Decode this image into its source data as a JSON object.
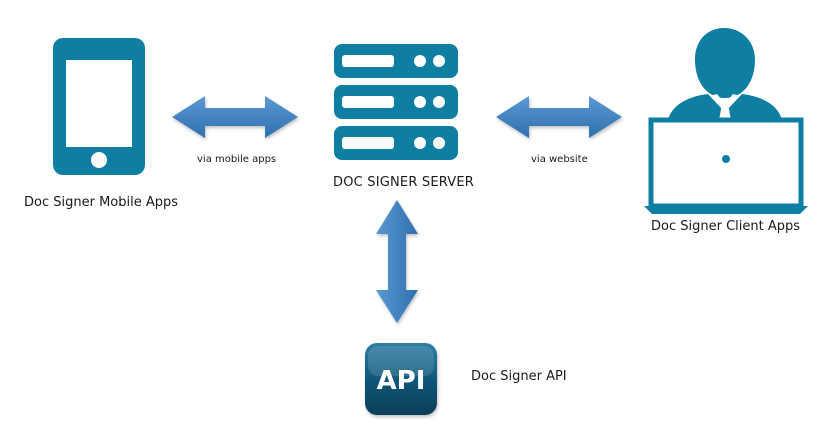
{
  "nodes": {
    "mobile": {
      "label": "Doc Signer Mobile Apps",
      "icon": "smartphone-icon"
    },
    "server": {
      "label": "DOC SIGNER SERVER",
      "icon": "server-icon"
    },
    "client": {
      "label": "Doc Signer Client Apps",
      "icon": "user-laptop-icon"
    },
    "api": {
      "label": "Doc Signer API",
      "icon_text": "API",
      "icon": "api-icon"
    }
  },
  "edges": {
    "mobile_server": {
      "label": "via mobile apps"
    },
    "server_client": {
      "label": "via website"
    },
    "server_api": {
      "label": ""
    }
  },
  "colors": {
    "icon": "#0f7ea3",
    "icon_dark": "#0a6686",
    "arrow": "#3b7fc0",
    "api_tile": "#0d4d6b",
    "text": "#1a1a1a"
  }
}
